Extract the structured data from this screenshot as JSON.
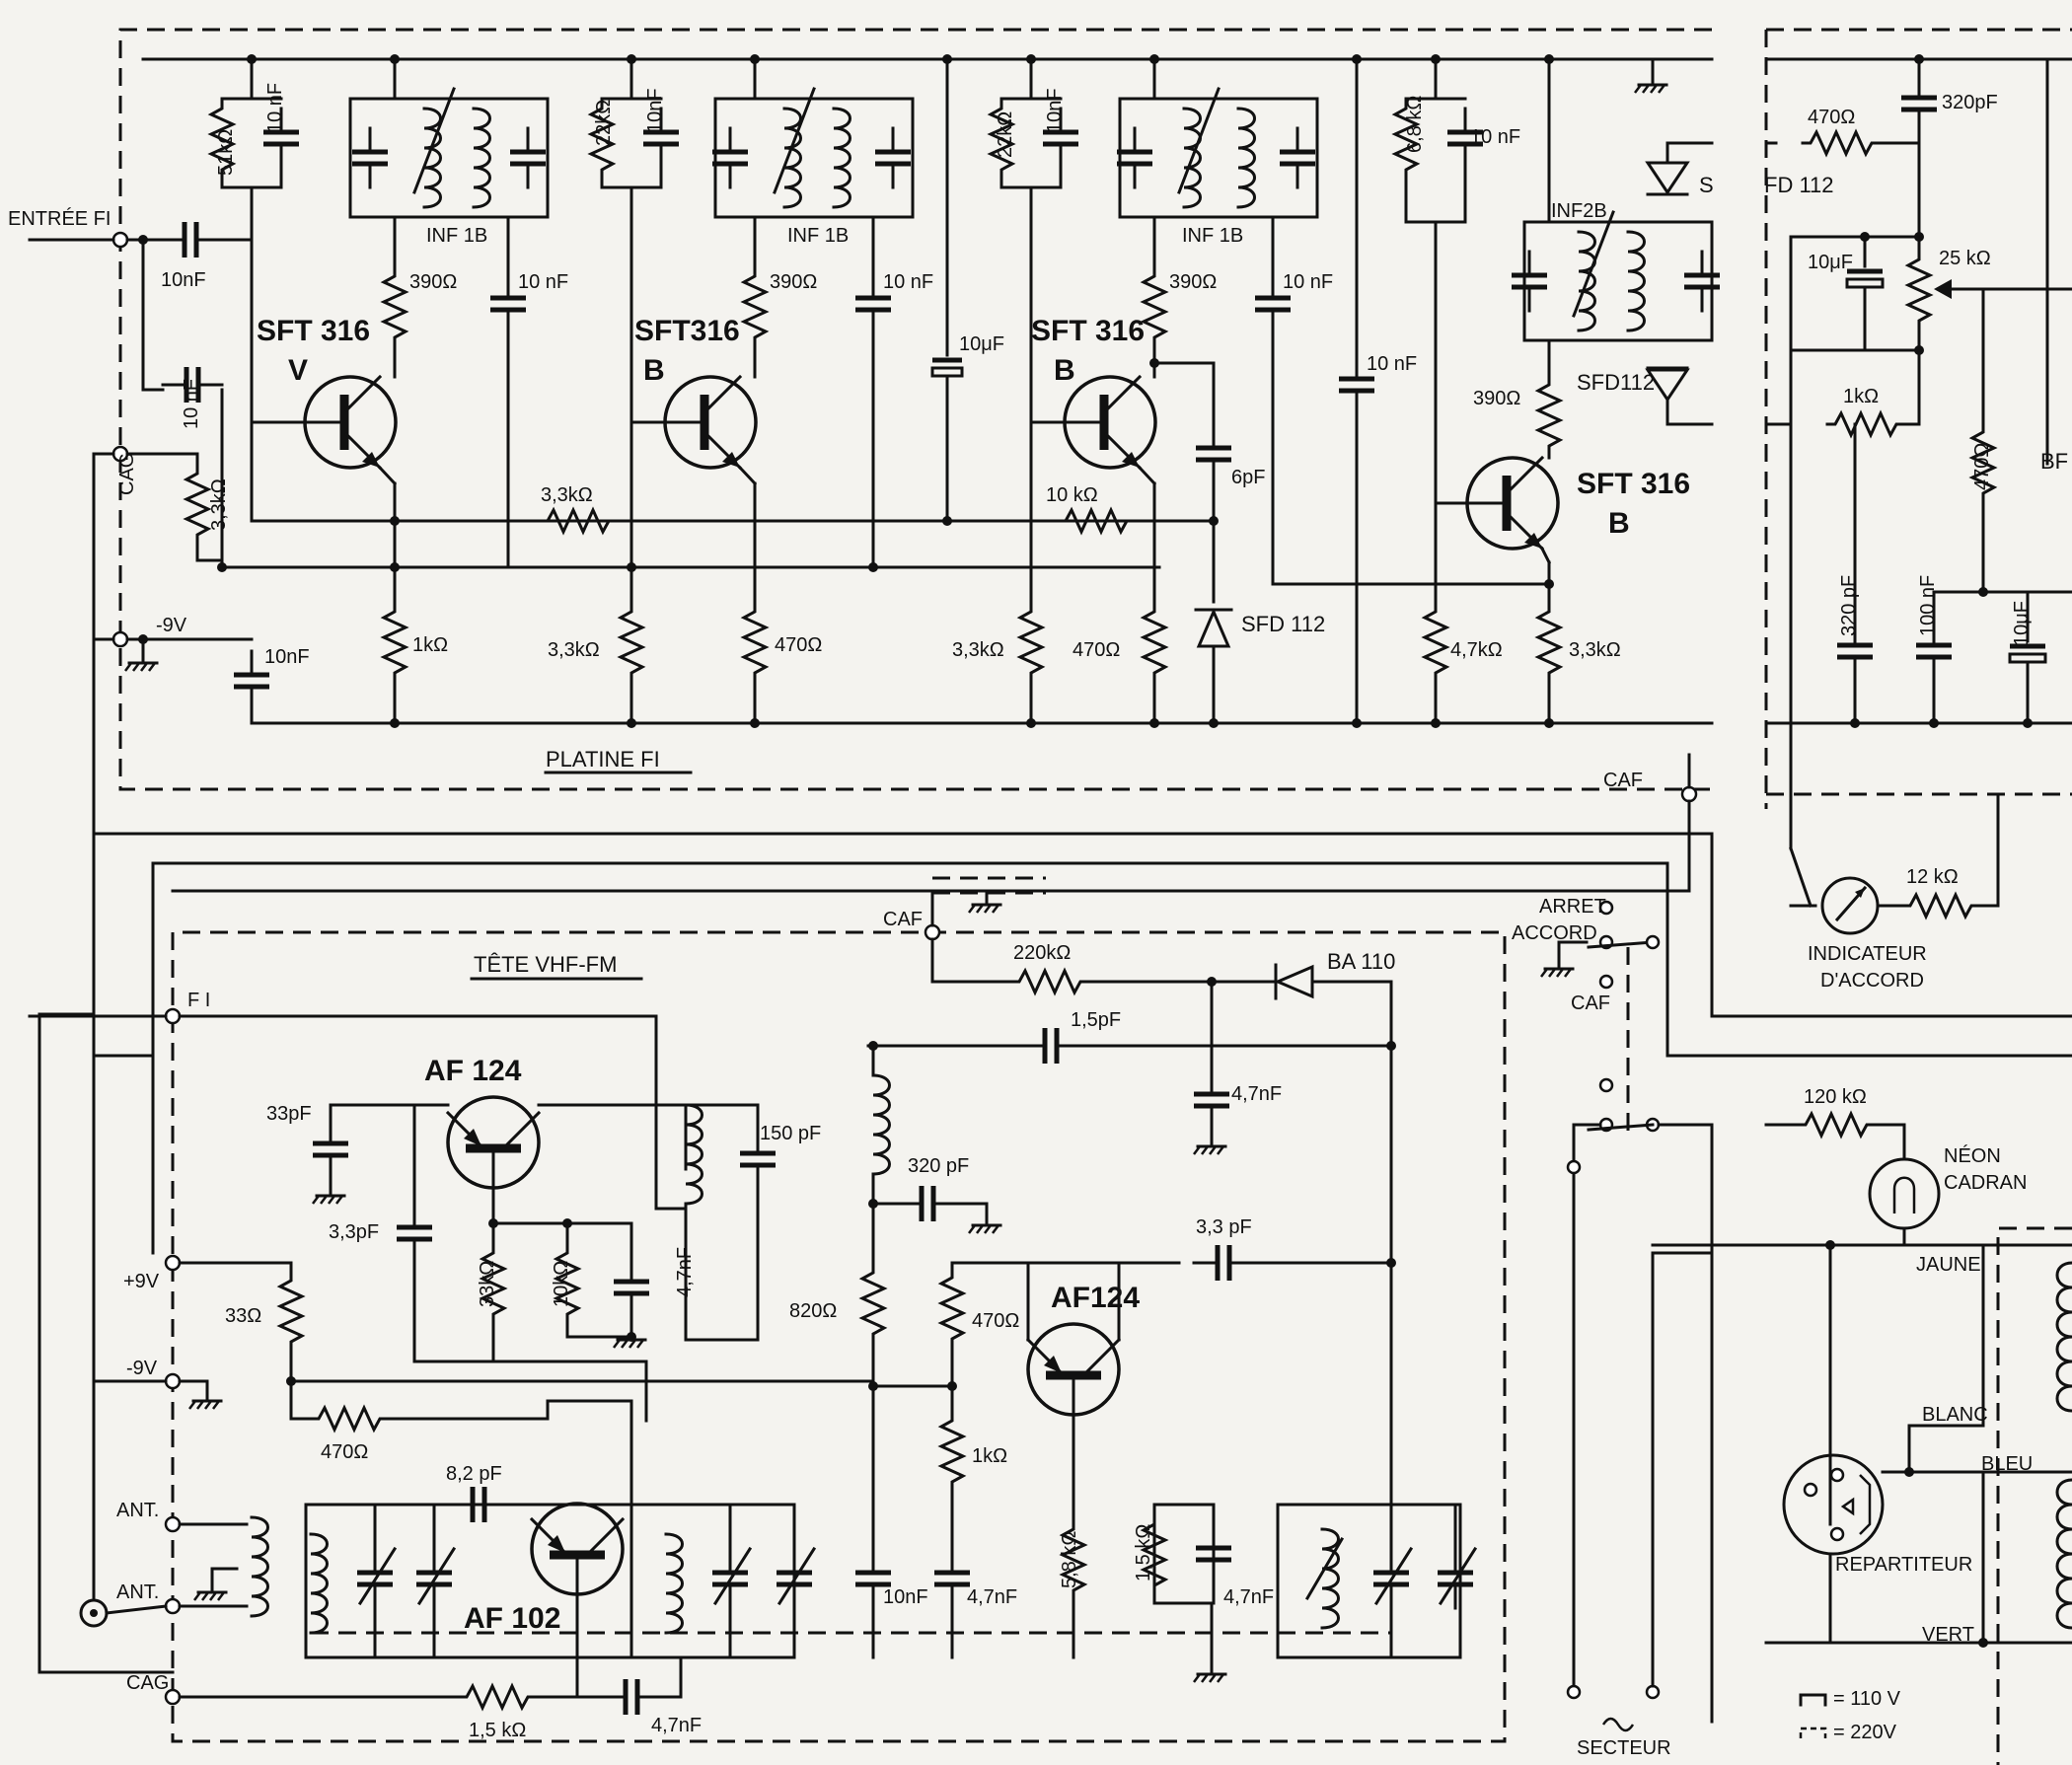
{
  "blocks": {
    "platine_fi": "PLATINE FI",
    "tete_vhf_fm": "TÊTE VHF-FM"
  },
  "terminals": {
    "entree_fi": "ENTRÉE FI",
    "cag_top": "CAG",
    "minus9v_top": "-9V",
    "fi": "F I",
    "plus9v": "+9V",
    "minus9v_bottom": "-9V",
    "ant1": "ANT.",
    "ant2": "ANT.",
    "cag_bottom": "CAG",
    "caf_right": "CAF",
    "caf_head": "CAF",
    "caf_switch": "CAF",
    "arret": "ARRET",
    "accord": "ACCORD",
    "secteur": "SECTEUR",
    "bf": "BF"
  },
  "transistors": {
    "q1": "SFT 316",
    "q1_grade": "V",
    "q2": "SFT316",
    "q2_grade": "B",
    "q3": "SFT 316",
    "q3_grade": "B",
    "q4": "SFT 316",
    "q4_grade": "B",
    "af124_osc": "AF 124",
    "af124_mix": "AF124",
    "af102": "AF 102"
  },
  "diodes": {
    "sfd112_mid": "SFD 112",
    "sfd112_right": "SFD112",
    "fd112": "FD 112",
    "ba110": "BA 110",
    "s_partial": "S"
  },
  "transformers": {
    "inf1": "INF 1B",
    "inf2": "INF 1B",
    "inf3": "INF 1B",
    "inf4": "INF2B"
  },
  "components": {
    "c_in": "10nF",
    "r51k": "51kΩ",
    "c10n_a": "10 nF",
    "r390_1": "390Ω",
    "c10n_b": "10 nF",
    "c10n_cag": "10 nF",
    "r3k3_cag": "3,3kΩ",
    "r3k3_fb": "3,3kΩ",
    "r1k_1": "1kΩ",
    "c10n_9v": "10nF",
    "r22k_1": "22kΩ",
    "c10n_c": "10nF",
    "r390_2": "390Ω",
    "c10n_d": "10 nF",
    "r3k3_2": "3,3kΩ",
    "r470_2": "470Ω",
    "c10u": "10μF",
    "r22k_2": "22kΩ",
    "c10n_e": "10nF",
    "r390_3": "390Ω",
    "r10k_fb": "10 kΩ",
    "c6p": "6pF",
    "c10n_f": "10 nF",
    "r3k3_3": "3,3kΩ",
    "r470_3": "470Ω",
    "r6k8": "6,8 kΩ",
    "c10n_g": "10 nF",
    "c10n_h": "10 nF",
    "r390_4": "390Ω",
    "r4k7": "4,7kΩ",
    "r3k3_4": "3,3kΩ",
    "r470_right": "470Ω",
    "c320p_right": "320pF",
    "c10u_right": "10μF",
    "pot25k": "25 kΩ",
    "r1k_right": "1kΩ",
    "r470_v": "470Ω",
    "c320p_v": "320 pF",
    "c100n": "100 nF",
    "c10u_v": "10μF",
    "r12k": "12 kΩ",
    "r120k": "120 kΩ",
    "r220k": "220kΩ",
    "c1p5": "1,5pF",
    "c4n7_caf": "4,7nF",
    "c33p": "33pF",
    "c150p": "150 pF",
    "c3p3_osc": "3,3pF",
    "r33k": "33kΩ",
    "r10k": "10kΩ",
    "c4n7_osc": "4,7nF",
    "c320p_head": "320 pF",
    "c3p3_mix": "3,3 pF",
    "r820": "820Ω",
    "r470_mix": "470Ω",
    "r33": "33Ω",
    "r470_h": "470Ω",
    "c8p2": "8,2 pF",
    "r1k_mix": "1kΩ",
    "c10n_head": "10nF",
    "c4n7_mix": "4,7nF",
    "r5k8": "5,8 kΩ",
    "r1k5_v": "1,5 kΩ",
    "c4n7_r": "4,7nF",
    "r1k5_h": "1,5 kΩ",
    "c4n7_h": "4,7nF"
  },
  "indicators": {
    "meter": "INDICATEUR",
    "meter2": "D'ACCORD",
    "neon": "NÉON",
    "neon2": "CADRAN",
    "repartiteur": "REPARTITEUR"
  },
  "wires": {
    "jaune": "JAUNE",
    "blanc": "BLANC",
    "bleu": "BLEU",
    "vert": "VERT"
  },
  "legend": {
    "v110": "= 110 V",
    "v220": "= 220V"
  }
}
